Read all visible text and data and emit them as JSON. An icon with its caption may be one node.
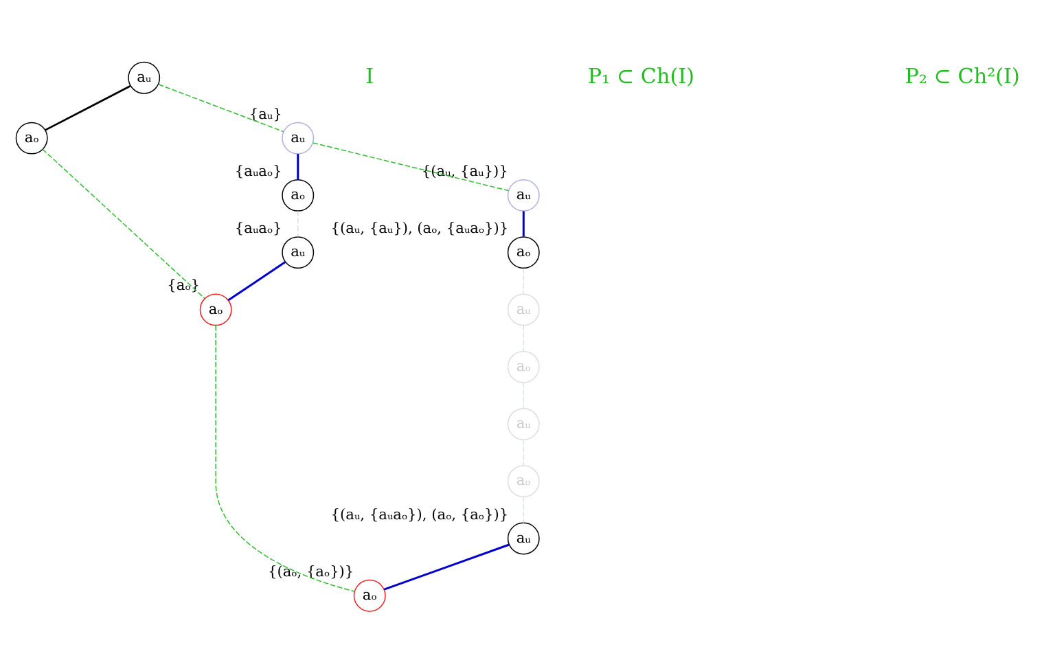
{
  "diagram": {
    "nodes": [
      {
        "text": [
          "aᵤ"
        ]
      },
      {
        "text": [
          "aₒ"
        ]
      },
      {
        "text": [
          "aᵤ"
        ],
        "beside": [
          "{aᵤ}"
        ]
      },
      {
        "text": [
          "aₒ"
        ],
        "beside": [
          "{aᵤaₒ}"
        ]
      },
      {
        "text": [
          "aᵤ"
        ],
        "beside": [
          "{aᵤaₒ}"
        ]
      },
      {
        "text": [
          "aₒ"
        ],
        "beside": [
          "{aₒ}"
        ]
      },
      {
        "text": [
          "aᵤ"
        ],
        "beside": [
          "{(aᵤ, {aᵤ})}"
        ]
      },
      {
        "text": [
          "aₒ"
        ],
        "beside": [
          "{(aᵤ, {aᵤ}), (aₒ, {aᵤaₒ})}"
        ]
      },
      {
        "text": [
          "aᵤ"
        ]
      },
      {
        "text": [
          "aₒ"
        ]
      },
      {
        "text": [
          "aᵤ"
        ]
      },
      {
        "text": [
          "aₒ"
        ]
      },
      {
        "text": [
          "aᵤ"
        ],
        "beside": [
          "{(aᵤ, {aᵤaₒ}), (aₒ, {aₒ})}"
        ]
      },
      {
        "text": [
          "aₒ"
        ],
        "beside": [
          "{(aₒ, {aₒ})}"
        ]
      }
    ],
    "edges": [
      {
        "from": 0,
        "to": 1,
        "arrow": "none",
        "color": "#000000"
      },
      {
        "from": 2,
        "to": 3,
        "arrow": "none",
        "color": "#0000cc"
      },
      {
        "from": 3,
        "to": 4,
        "arrow": "none",
        "style": "dashed",
        "color": "#dddddd"
      },
      {
        "from": 4,
        "to": 5,
        "arrow": "none",
        "color": "#0000cc"
      },
      {
        "from": 6,
        "to": 7,
        "arrow": "none",
        "color": "#0000cc"
      },
      {
        "from": 7,
        "to": 8,
        "arrow": "none",
        "style": "dashed",
        "color": "#dde0f0"
      },
      {
        "from": 8,
        "to": 9,
        "arrow": "none",
        "style": "dashed",
        "color": "#dde0f0"
      },
      {
        "from": 9,
        "to": 10,
        "arrow": "none",
        "style": "dashed",
        "color": "#dde0f0"
      },
      {
        "from": 10,
        "to": 11,
        "arrow": "none",
        "style": "dashed",
        "color": "#dde0f0"
      },
      {
        "from": 11,
        "to": 12,
        "arrow": "none",
        "style": "dashed",
        "color": "#dde0f0"
      },
      {
        "from": 12,
        "to": 13,
        "arrow": "none",
        "color": "#0000cc"
      },
      {
        "from": 0,
        "to": 2,
        "arrow": "none",
        "style": "dashed",
        "color": "#33bb33"
      },
      {
        "from": 2,
        "to": 6,
        "arrow": "none",
        "style": "dashed",
        "color": "#33bb33"
      },
      {
        "from": 1,
        "to": 5,
        "arrow": "none",
        "style": "dashed",
        "color": "#33bb33"
      },
      {
        "from": 5,
        "to": 13,
        "arrow": "none",
        "style": "dashed",
        "color": "#33bb33"
      }
    ],
    "labels": [
      "I",
      "P₁ ⊂ Ch(I)",
      "P₂ ⊂ Ch²(I)"
    ]
  }
}
